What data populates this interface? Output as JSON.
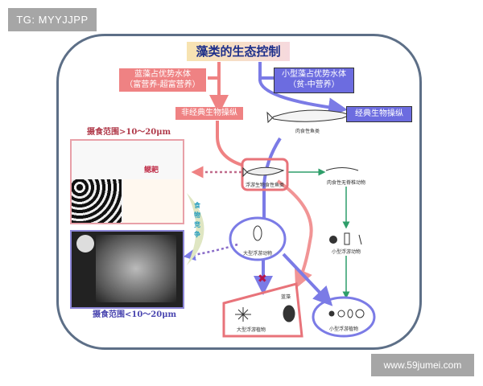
{
  "watermarks": {
    "top_left": "TG: MYYJJPP",
    "bottom_right": "www.59jumei.com"
  },
  "title": "藻类的生态控制",
  "left_branch": {
    "line1": "蓝藻占优势水体",
    "line2": "（富营养-超富营养）",
    "result": "非经典生物操纵"
  },
  "right_branch": {
    "line1": "小型藻占优势水体",
    "line2": "（贫-中营养）",
    "result": "经典生物操纵"
  },
  "nodes": {
    "piscivore": "肉食性鱼类",
    "planktivore": "浮游生物食性鱼类",
    "invertebrate": "肉食性无脊椎动物",
    "large_zoo": "大型浮游动物",
    "small_zoo": "小型浮游动物",
    "large_phyto": "大型浮游植物",
    "small_phyto": "小型浮游植物",
    "cyano": "蓝藻"
  },
  "panels": {
    "top_caption": "摄食范围>10～20μm",
    "bottom_caption": "摄食范围<10～20μm",
    "gill_label": "鳃耙",
    "crescent": "食物竞争"
  },
  "colors": {
    "pink": "#ef8283",
    "blue": "#6c6ce0",
    "green": "#2e9e6a",
    "frame": "#5d6f87"
  }
}
